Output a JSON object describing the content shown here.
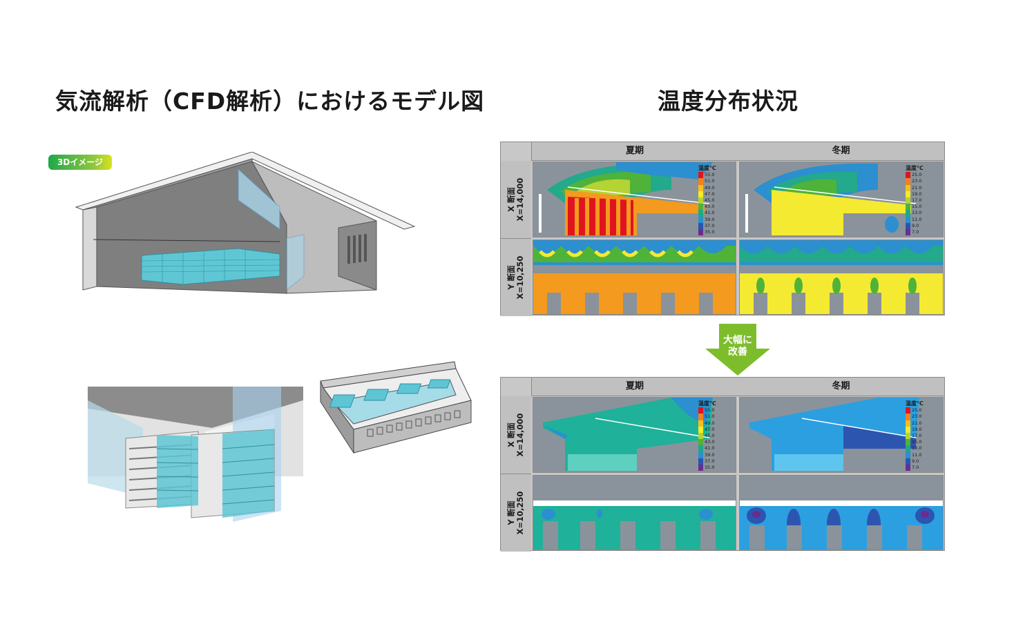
{
  "titles": {
    "left": "気流解析（CFD解析）におけるモデル図",
    "right": "温度分布状況"
  },
  "badge": "3Dイメージ",
  "table": {
    "col_summer": "夏期",
    "col_winter": "冬期",
    "row_x": "X 断面\nX=14,000",
    "row_y": "Y 断面\nX=10,250"
  },
  "legend": {
    "title": "温度℃",
    "summer": [
      "55.0",
      "51.0",
      "49.0",
      "47.0",
      "45.0",
      "43.0",
      "41.0",
      "39.0",
      "37.0",
      "35.0"
    ],
    "winter": [
      "25.0",
      "23.0",
      "21.0",
      "19.0",
      "17.0",
      "15.0",
      "13.0",
      "11.0",
      "9.0",
      "7.0"
    ],
    "colors": [
      "#e0141e",
      "#f2801f",
      "#f3c01a",
      "#f3ea2a",
      "#b5d334",
      "#4fb33a",
      "#20a78a",
      "#2b8fd0",
      "#2c55b0",
      "#6a2c8f"
    ]
  },
  "arrow_label": "大幅に\n改善",
  "colors": {
    "gray_fill": "#8a939b",
    "summer_before": "#f39a1f",
    "winter_before": "#f5ea32",
    "summer_after": "#1fb19a",
    "winter_after": "#2c9fe0"
  }
}
